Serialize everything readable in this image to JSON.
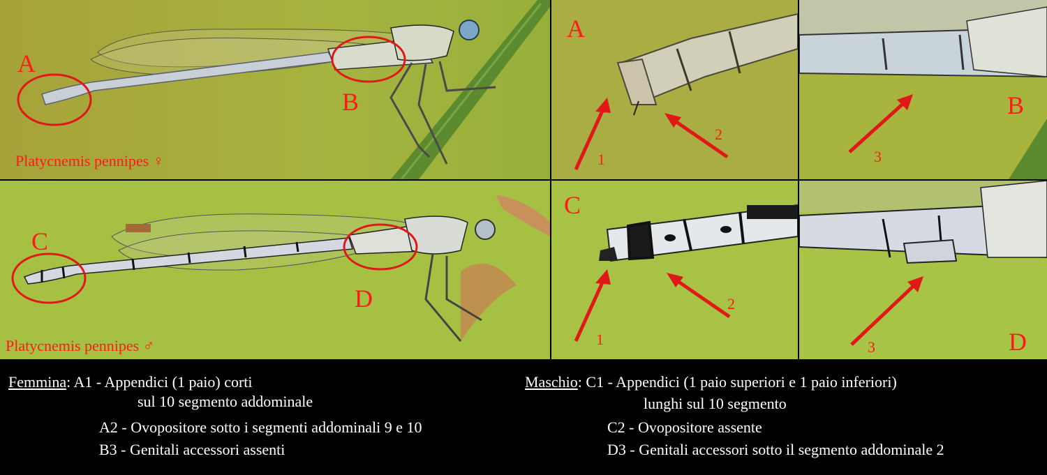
{
  "panels": {
    "female_full": {
      "letter_a": "A",
      "letter_b": "B",
      "species": "Platycnemis pennipes ♀"
    },
    "male_full": {
      "letter_c": "C",
      "letter_d": "D",
      "species": "Platycnemis pennipes ♂"
    },
    "zoom_a": {
      "letter": "A",
      "arrow1": "1",
      "arrow2": "2"
    },
    "zoom_b": {
      "letter": "B",
      "arrow3": "3"
    },
    "zoom_c": {
      "letter": "C",
      "arrow1": "1",
      "arrow2": "2"
    },
    "zoom_d": {
      "letter": "D",
      "arrow3": "3"
    }
  },
  "caption": {
    "female_heading": "Femmina",
    "female_sep": ":",
    "female_a1": "A1 -  Appendici (1 paio) corti",
    "female_a1_cont": "sul 10 segmento addominale",
    "female_a2": "A2 - Ovopositore sotto i segmenti addominali 9 e 10",
    "female_b3": "B3 - Genitali accessori assenti",
    "male_heading": "Maschio",
    "male_sep": ":",
    "male_c1": "C1 - Appendici (1 paio superiori e 1 paio inferiori)",
    "male_c1_cont": "lunghi sul 10 segmento",
    "male_c2": "C2 - Ovopositore assente",
    "male_d3": "D3 - Genitali accessori sotto il segmento addominale 2"
  },
  "colors": {
    "annotation": "#ff1a1a",
    "caption_bg": "#000000",
    "caption_text": "#ffffff",
    "bg_green_top": "#a8b040",
    "bg_green_bottom": "#a6c044"
  }
}
